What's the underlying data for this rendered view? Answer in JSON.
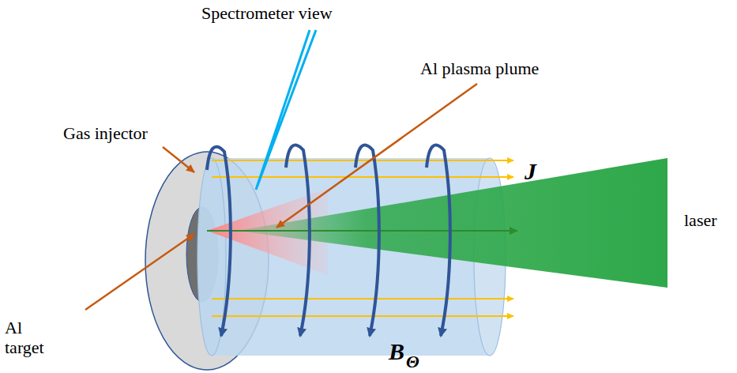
{
  "diagram": {
    "labels": [
      "Spectrometer view",
      "Gas injector",
      "Al plasma plume",
      "J",
      "laser",
      "Al target",
      "B",
      "Θ"
    ]
  }
}
